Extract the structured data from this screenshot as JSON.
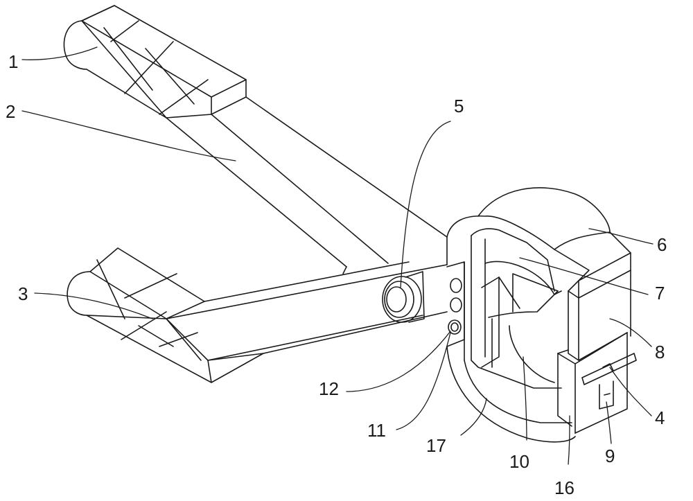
{
  "labels": {
    "l1": "1",
    "l2": "2",
    "l3": "3",
    "l4": "4",
    "l5": "5",
    "l6": "6",
    "l7": "7",
    "l8": "8",
    "l9": "9",
    "l10": "10",
    "l11": "11",
    "l12": "12",
    "l16": "16",
    "l17": "17"
  }
}
